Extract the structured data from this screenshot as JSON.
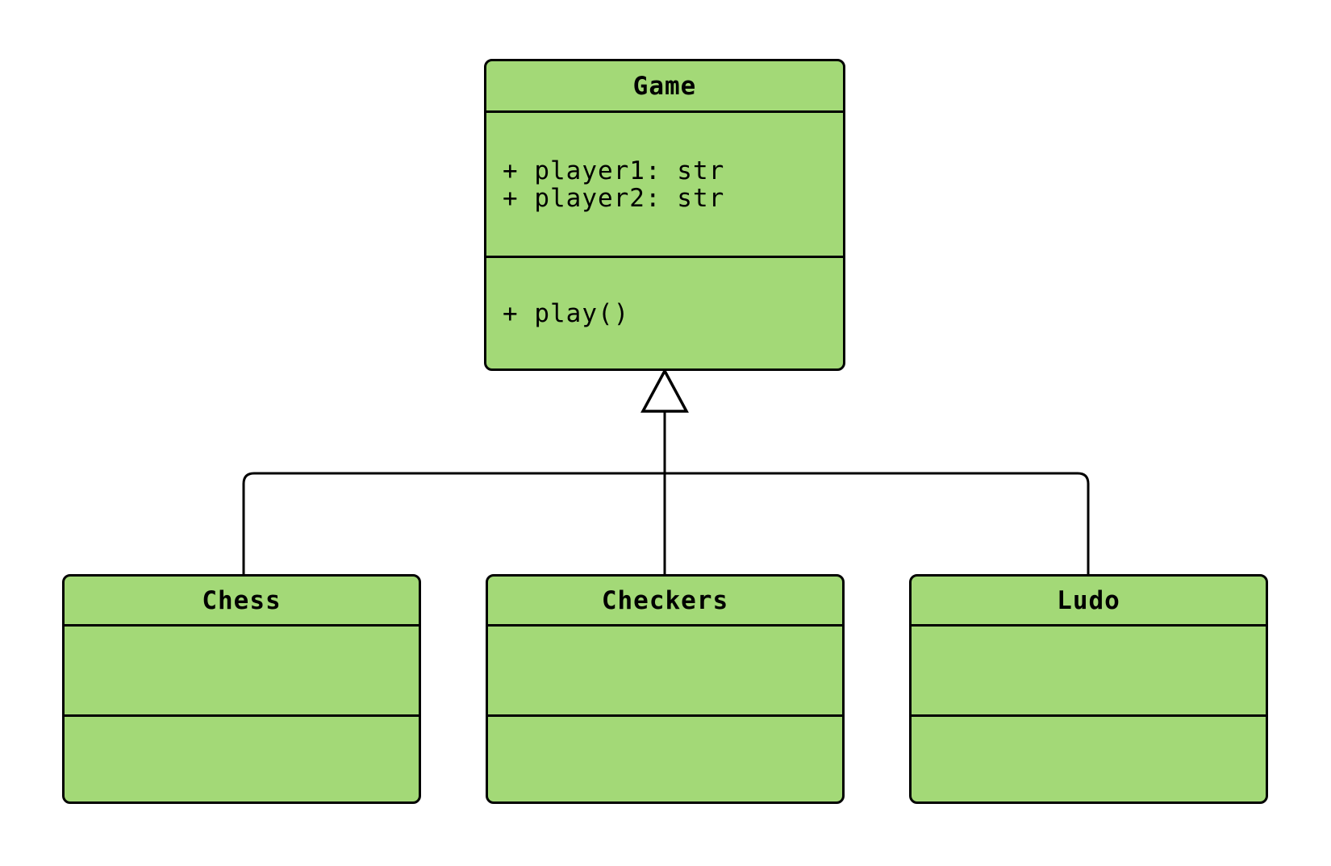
{
  "diagram": {
    "type": "uml-class-diagram",
    "colors": {
      "class_fill": "#a3d977",
      "border": "#000000",
      "background": "#ffffff",
      "arrow_fill": "#ffffff"
    },
    "classes": [
      {
        "id": "game",
        "name": "Game",
        "attributes": [
          "+ player1: str",
          "+ player2: str"
        ],
        "methods": [
          "+ play()"
        ]
      },
      {
        "id": "chess",
        "name": "Chess",
        "attributes": [],
        "methods": []
      },
      {
        "id": "checkers",
        "name": "Checkers",
        "attributes": [],
        "methods": []
      },
      {
        "id": "ludo",
        "name": "Ludo",
        "attributes": [],
        "methods": []
      }
    ],
    "relationships": [
      {
        "from": "Chess",
        "to": "Game",
        "type": "inheritance"
      },
      {
        "from": "Checkers",
        "to": "Game",
        "type": "inheritance"
      },
      {
        "from": "Ludo",
        "to": "Game",
        "type": "inheritance"
      }
    ]
  }
}
